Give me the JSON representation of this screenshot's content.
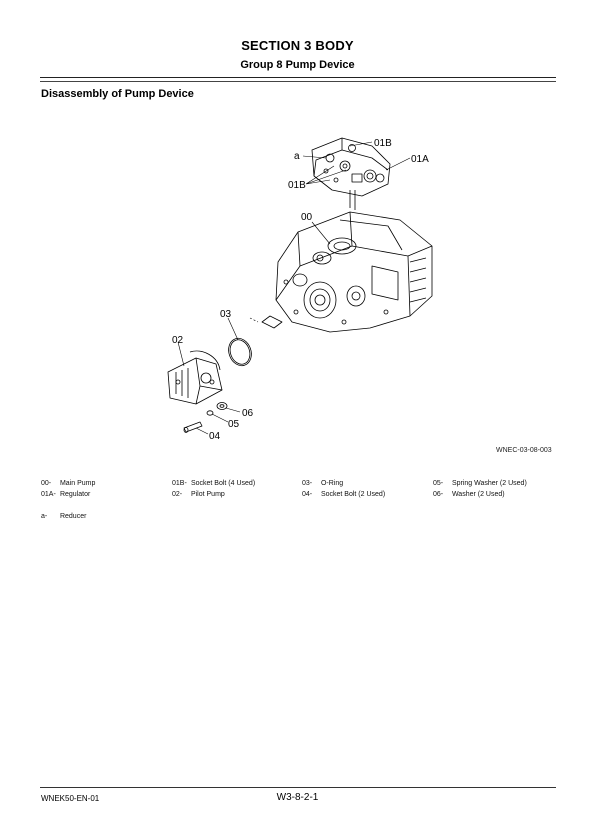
{
  "header": {
    "section_title": "SECTION 3 BODY",
    "group_title": "Group 8 Pump Device"
  },
  "subheading": "Disassembly of Pump Device",
  "figure": {
    "figure_id": "WNEC-03-08-003",
    "callouts": {
      "c01b_top": "01B",
      "c_a": "a",
      "c01a": "01A",
      "c01b_left": "01B",
      "c00": "00",
      "c03": "03",
      "c02": "02",
      "c06": "06",
      "c05": "05",
      "c04": "04"
    }
  },
  "legend": [
    {
      "code": "00-",
      "text": "Main Pump"
    },
    {
      "code": "01A-",
      "text": "Regulator"
    },
    {
      "code": "01B-",
      "text": "Socket Bolt (4 Used)"
    },
    {
      "code": "02-",
      "text": "Pilot Pump"
    },
    {
      "code": "03-",
      "text": "O-Ring"
    },
    {
      "code": "04-",
      "text": "Socket Bolt (2 Used)"
    },
    {
      "code": "05-",
      "text": "Spring Washer (2 Used)"
    },
    {
      "code": "06-",
      "text": "Washer (2 Used)"
    },
    {
      "code": "a-",
      "text": "Reducer"
    }
  ],
  "footer": {
    "doc_code": "WNEK50-EN-01",
    "page_number": "W3-8-2-1"
  }
}
